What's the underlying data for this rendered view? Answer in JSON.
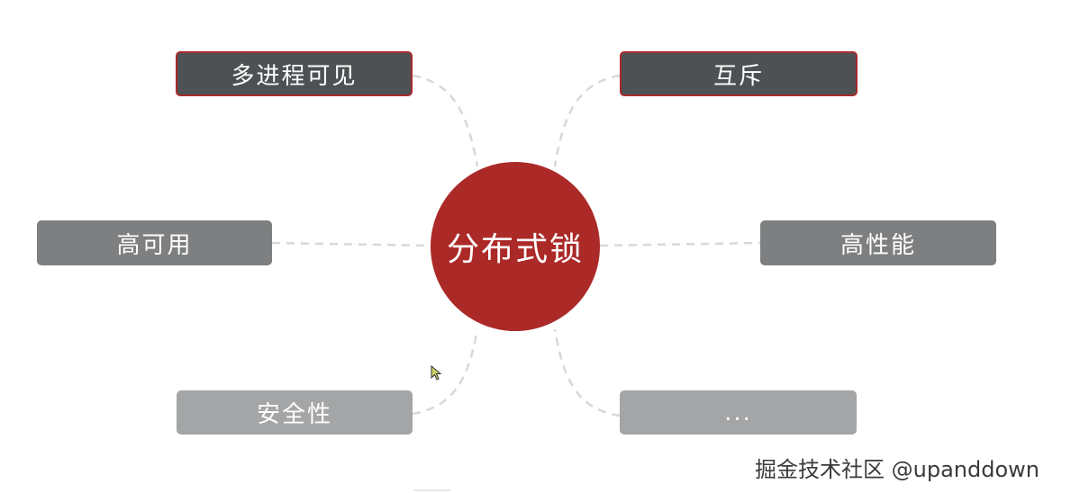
{
  "diagram": {
    "center": {
      "label": "分布式锁",
      "color": "#ab2a28"
    },
    "nodes": [
      {
        "id": "multi-process-visible",
        "label": "多进程可见",
        "color": "#4d5153"
      },
      {
        "id": "mutex",
        "label": "互斥",
        "color": "#4d5153"
      },
      {
        "id": "high-availability",
        "label": "高可用",
        "color": "#7d7f80"
      },
      {
        "id": "high-performance",
        "label": "高性能",
        "color": "#7d7f80"
      },
      {
        "id": "security",
        "label": "安全性",
        "color": "#a3a5a6"
      },
      {
        "id": "more",
        "label": "...",
        "color": "#a3a5a6"
      }
    ]
  },
  "watermark": "掘金技术社区 @upanddown"
}
